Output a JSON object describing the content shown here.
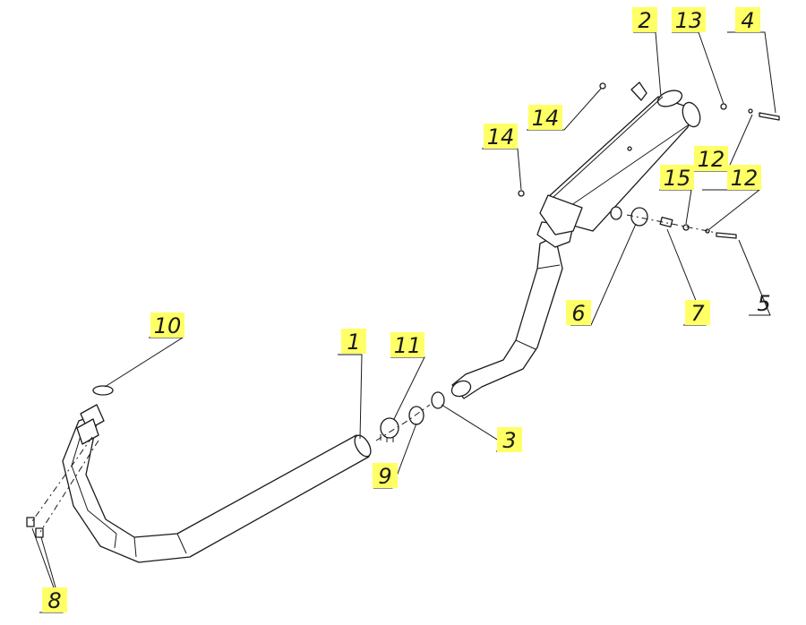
{
  "callouts": [
    {
      "id": "c1",
      "label": "1",
      "highlighted": true
    },
    {
      "id": "c2",
      "label": "2",
      "highlighted": true
    },
    {
      "id": "c3",
      "label": "3",
      "highlighted": true
    },
    {
      "id": "c4",
      "label": "4",
      "highlighted": true
    },
    {
      "id": "c5",
      "label": "5",
      "highlighted": false
    },
    {
      "id": "c6",
      "label": "6",
      "highlighted": true
    },
    {
      "id": "c7",
      "label": "7",
      "highlighted": true
    },
    {
      "id": "c8",
      "label": "8",
      "highlighted": true
    },
    {
      "id": "c9",
      "label": "9",
      "highlighted": true
    },
    {
      "id": "c10",
      "label": "10",
      "highlighted": true
    },
    {
      "id": "c11",
      "label": "11",
      "highlighted": true
    },
    {
      "id": "c12a",
      "label": "12",
      "highlighted": true
    },
    {
      "id": "c12b",
      "label": "12",
      "highlighted": true
    },
    {
      "id": "c13",
      "label": "13",
      "highlighted": true
    },
    {
      "id": "c14a",
      "label": "14",
      "highlighted": true
    },
    {
      "id": "c14b",
      "label": "14",
      "highlighted": true
    },
    {
      "id": "c15",
      "label": "15",
      "highlighted": true
    }
  ],
  "colors": {
    "highlight": "#ffff66",
    "line": "#1a1a1a",
    "background": "#ffffff"
  }
}
